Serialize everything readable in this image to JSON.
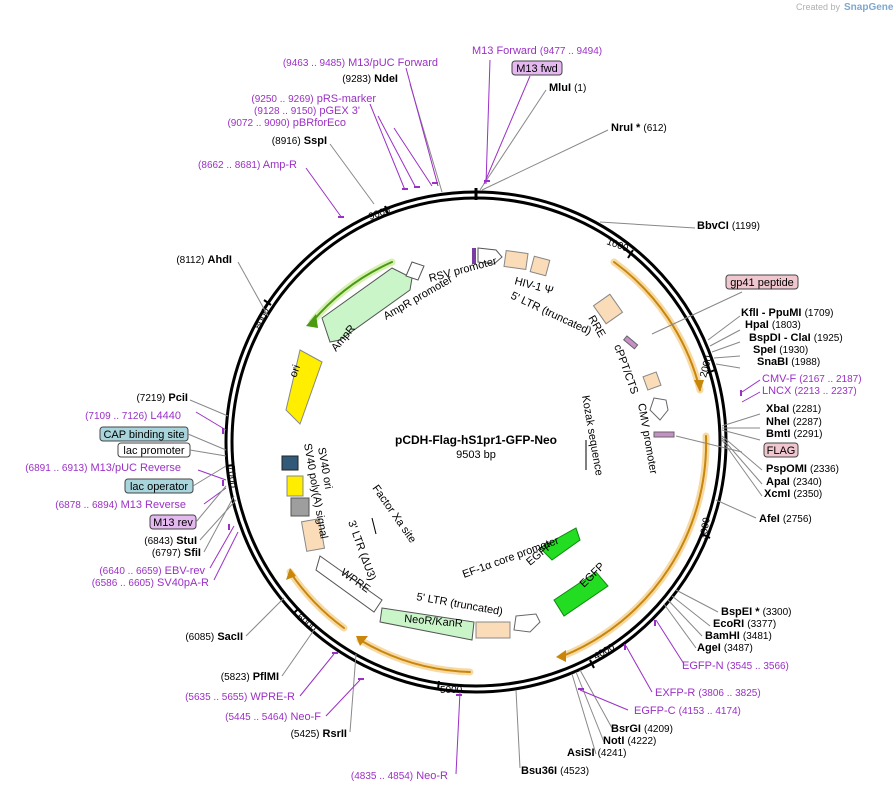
{
  "brand": {
    "created_by": "Created by",
    "name": "SnapGene"
  },
  "plasmid": {
    "name": "pCDH-Flag-hS1pr1-GFP-Neo",
    "size": "9503 bp"
  },
  "ring_ticks": [
    "1000",
    "2000",
    "3000",
    "4000",
    "5000",
    "6000",
    "7000",
    "8000",
    "9000"
  ],
  "sites_left": [
    {
      "name": "NdeI",
      "pos": "(9283)"
    },
    {
      "name": "SspI",
      "pos": "(8916)"
    },
    {
      "name": "AhdI",
      "pos": "(8112)"
    },
    {
      "name": "PciI",
      "pos": "(7219)"
    },
    {
      "name": "StuI",
      "pos": "(6843)"
    },
    {
      "name": "SfiI",
      "pos": "(6797)"
    },
    {
      "name": "SacII",
      "pos": "(6085)"
    },
    {
      "name": "PflMI",
      "pos": "(5823)"
    },
    {
      "name": "RsrII",
      "pos": "(5425)"
    }
  ],
  "sites_right": [
    {
      "name": "MluI",
      "pos": "(1)"
    },
    {
      "name": "NruI *",
      "pos": "(612)"
    },
    {
      "name": "BbvCI",
      "pos": "(1199)"
    },
    {
      "name": "KflI  - PpuMI",
      "pos": "(1709)"
    },
    {
      "name": "HpaI",
      "pos": "(1803)"
    },
    {
      "name": "BspDI  - ClaI",
      "pos": "(1925)"
    },
    {
      "name": "SpeI",
      "pos": "(1930)"
    },
    {
      "name": "SnaBI",
      "pos": "(1988)"
    },
    {
      "name": "XbaI",
      "pos": "(2281)"
    },
    {
      "name": "NheI",
      "pos": "(2287)"
    },
    {
      "name": "BmtI",
      "pos": "(2291)"
    },
    {
      "name": "PspOMI",
      "pos": "(2336)"
    },
    {
      "name": "ApaI",
      "pos": "(2340)"
    },
    {
      "name": "XcmI",
      "pos": "(2350)"
    },
    {
      "name": "AfeI",
      "pos": "(2756)"
    },
    {
      "name": "BspEI *",
      "pos": "(3300)"
    },
    {
      "name": "EcoRI",
      "pos": "(3377)"
    },
    {
      "name": "BamHI",
      "pos": "(3481)"
    },
    {
      "name": "AgeI",
      "pos": "(3487)"
    },
    {
      "name": "BsrGI",
      "pos": "(4209)"
    },
    {
      "name": "NotI",
      "pos": "(4222)"
    },
    {
      "name": "AsiSI",
      "pos": "(4241)"
    },
    {
      "name": "Bsu36I",
      "pos": "(4523)"
    }
  ],
  "primers": [
    {
      "name": "M13/pUC Forward",
      "range": "(9463 .. 9485)"
    },
    {
      "name": "M13 Forward",
      "range": "(9477 .. 9494)"
    },
    {
      "name": "pRS-marker",
      "range": "(9250 .. 9269)"
    },
    {
      "name": "pGEX 3'",
      "range": "(9128 .. 9150)"
    },
    {
      "name": "pBRforEco",
      "range": "(9072 .. 9090)"
    },
    {
      "name": "Amp-R",
      "range": "(8662 .. 8681)"
    },
    {
      "name": "L4440",
      "range": "(7109 .. 7126)"
    },
    {
      "name": "M13/pUC Reverse",
      "range": "(6891 .. 6913)"
    },
    {
      "name": "M13 Reverse",
      "range": "(6878 .. 6894)"
    },
    {
      "name": "EBV-rev",
      "range": "(6640 .. 6659)"
    },
    {
      "name": "SV40pA-R",
      "range": "(6586 .. 6605)"
    },
    {
      "name": "WPRE-R",
      "range": "(5635 .. 5655)"
    },
    {
      "name": "Neo-F",
      "range": "(5445 .. 5464)"
    },
    {
      "name": "Neo-R",
      "range": "(4835 .. 4854)"
    },
    {
      "name": "CMV-F",
      "range": "(2167 .. 2187)"
    },
    {
      "name": "LNCX",
      "range": "(2213 .. 2237)"
    },
    {
      "name": "EGFP-N",
      "range": "(3545 .. 3566)"
    },
    {
      "name": "EXFP-R",
      "range": "(3806 .. 3825)"
    },
    {
      "name": "EGFP-C",
      "range": "(4153 .. 4174)"
    }
  ],
  "boxed_labels": {
    "m13_fwd": "M13 fwd",
    "gp41": "gp41 peptide",
    "flag": "FLAG",
    "cap": "CAP binding site",
    "lac_promoter": "lac promoter",
    "lac_operator": "lac operator",
    "m13_rev": "M13 rev"
  },
  "features": {
    "rsv": "RSV promoter",
    "hiv": "HIV-1 Ψ",
    "ltr5": "5' LTR (truncated)",
    "rre": "RRE",
    "cppt": "cPPT/CTS",
    "cmv": "CMV promoter",
    "kozak": "Kozak sequence",
    "ampr_promoter": "AmpR promoter",
    "ampr": "AmpR",
    "ori": "ori",
    "sv40_polya": "SV40 poly(A) signal",
    "sv40_ori": "SV40 ori",
    "ltr3": "3' LTR (ΔU3)",
    "factorxa": "Factor Xa site",
    "wpre": "WPRE",
    "ltr5b": "5' LTR (truncated)",
    "neokanr": "NeoR/KanR",
    "ef1a": "EF-1α core promoter",
    "egfp1": "EGFP",
    "egfp2": "EGFP"
  },
  "colors": {
    "ring": "#000000",
    "orange_arc": "#f0a010",
    "promoter_fill": "#ffffff",
    "green_arrow": "#22dd22",
    "ampr_fill": "#c9f5c9",
    "ori_fill": "#ffee00",
    "ltr_fill": "#fbdcb8",
    "primer": "#9b30c6",
    "lac_box": "#a8d4dc",
    "pink_box": "#e9c6e9"
  }
}
